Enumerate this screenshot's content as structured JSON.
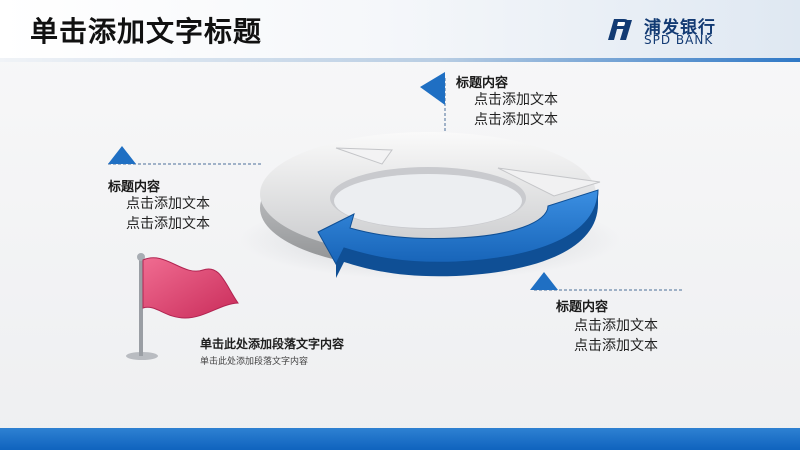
{
  "slide": {
    "title": "单击添加文字标题",
    "brand": {
      "name_cn": "浦发银行",
      "name_en": "SPD BANK"
    }
  },
  "callouts": [
    {
      "title": "标题内容",
      "lines": [
        "点击添加文本",
        "点击添加文本"
      ]
    },
    {
      "title": "标题内容",
      "lines": [
        "点击添加文本",
        "点击添加文本"
      ]
    },
    {
      "title": "标题内容",
      "lines": [
        "点击添加文本",
        "点击添加文本"
      ]
    }
  ],
  "flag_note": {
    "title": "单击此处添加段落文字内容",
    "body": "单击此处添加段落文字内容"
  },
  "colors": {
    "accent_blue": "#1f6fc3",
    "brand_navy": "#123a73",
    "ring_gray": "#d7d8dc",
    "flag_red": "#d83f6f"
  },
  "icons": [
    "spd-bank-logo-icon",
    "triangle-flag-icon",
    "red-flag-icon",
    "cycle-arrow-diagram-icon"
  ]
}
